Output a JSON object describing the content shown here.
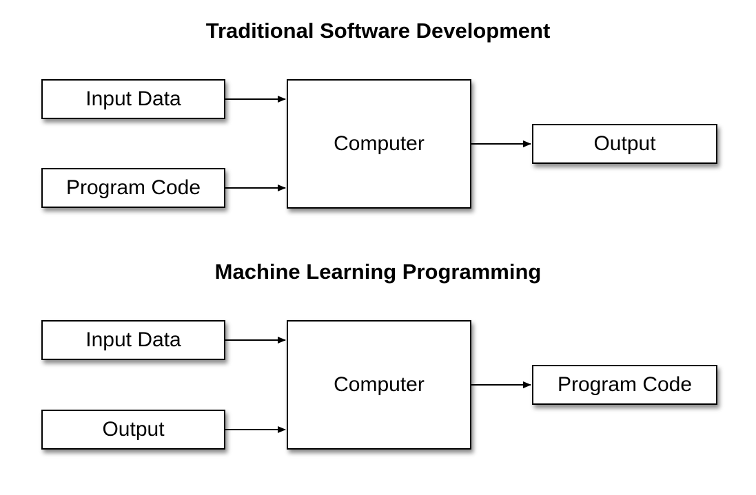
{
  "traditional": {
    "title": "Traditional Software Development",
    "input_top": "Input Data",
    "input_bottom": "Program Code",
    "processor": "Computer",
    "result": "Output"
  },
  "machine_learning": {
    "title": "Machine Learning Programming",
    "input_top": "Input Data",
    "input_bottom": "Output",
    "processor": "Computer",
    "result": "Program Code"
  }
}
